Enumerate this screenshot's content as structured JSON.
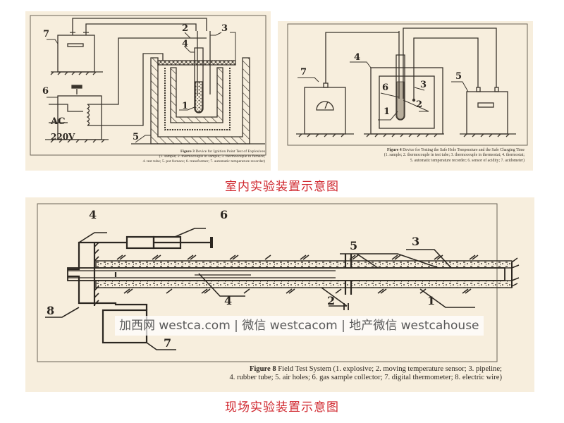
{
  "figure3": {
    "caption_title": "Figure 3",
    "caption_line1": "Device for Ignition Point Test of Explosives",
    "caption_line2": "(1. sample; 2. thermocouple in sample; 3. thermocouple in furnace;",
    "caption_line3": "4. test tube; 5. pot furnace; 6. transformer; 7. automatic temperature recorder)",
    "labels": {
      "n1": "1",
      "n2": "2",
      "n3": "3",
      "n4": "4",
      "n5": "5",
      "n6": "6",
      "n7": "7",
      "ac": "AC",
      "v": "220V"
    }
  },
  "figure4": {
    "caption_title": "Figure 4",
    "caption_line1": "Device for Testing the Safe Hole Temperature and the Safe Charging Time",
    "caption_line2": "(1. sample; 2. thermocouple in test tube; 3. thermocouple in thermostat; 4. thermostat;",
    "caption_line3": "5. automatic temperature recorder; 6. sensor of acidity; 7. acidometer)",
    "labels": {
      "n1": "1",
      "n2": "2",
      "n3": "3",
      "n4": "4",
      "n5": "5",
      "n6": "6",
      "n7": "7"
    }
  },
  "indoor_title": "室内实验装置示意图",
  "figure8": {
    "caption_title": "Figure 8",
    "caption_line1": "Field Test System (1. explosive; 2. moving temperature sensor; 3. pipeline;",
    "caption_line2": "4. rubber tube; 5. air holes; 6. gas sample collector; 7. digital thermometer; 8. electric wire)",
    "labels": {
      "n1": "1",
      "n2": "2",
      "n3": "3",
      "n4a": "4",
      "n4b": "4",
      "n5": "5",
      "n6": "6",
      "n7": "7",
      "n8": "8"
    }
  },
  "field_title": "现场实验装置示意图",
  "watermark": "加西网 westca.com | 微信 westcacom | 地产微信 westcahouse"
}
